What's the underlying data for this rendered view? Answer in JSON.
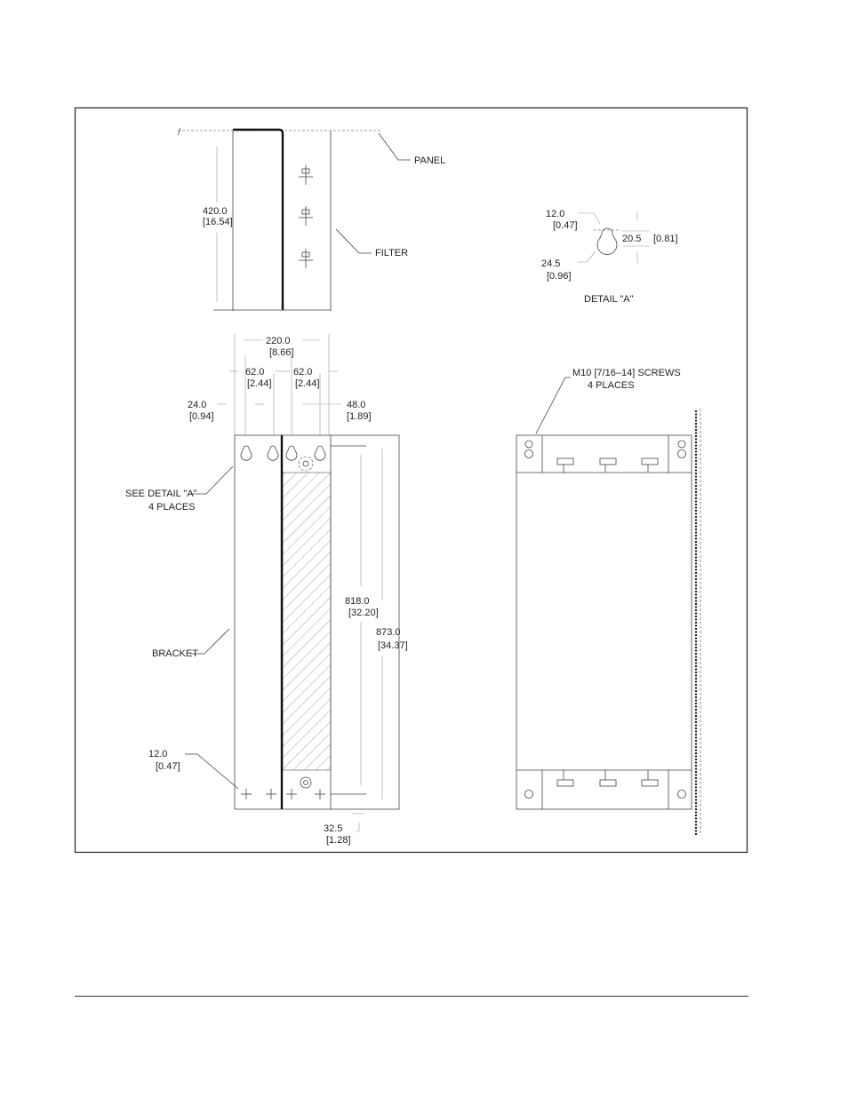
{
  "side_view": {
    "panel_label": "PANEL",
    "filter_label": "FILTER",
    "height_mm": "420.0",
    "height_in": "[16.54]"
  },
  "detail_a": {
    "slot_width_mm": "12.0",
    "slot_width_in": "[0.47]",
    "slot_height_mm": "20.5",
    "slot_height_in": "[0.81]",
    "hole_dia_mm": "24.5",
    "hole_dia_in": "[0.96]",
    "title": "DETAIL \"A\""
  },
  "front_view": {
    "overall_width_mm": "220.0",
    "overall_width_in": "[8.66]",
    "left_spacing_mm": "62.0",
    "left_spacing_in": "[2.44]",
    "right_spacing_mm": "62.0",
    "right_spacing_in": "[2.44]",
    "left_offset_mm": "24.0",
    "left_offset_in": "[0.94]",
    "right_offset_mm": "48.0",
    "right_offset_in": "[1.89]",
    "see_detail_line1": "SEE DETAIL \"A\"",
    "see_detail_line2": "4 PLACES",
    "bracket_label": "BRACKET",
    "inner_height_mm": "818.0",
    "inner_height_in": "[32.20]",
    "overall_height_mm": "873.0",
    "overall_height_in": "[34.37]",
    "bottom_slot_mm": "12.0",
    "bottom_slot_in": "[0.47]",
    "bottom_offset_mm": "32.5",
    "bottom_offset_in": "[1.28]"
  },
  "right_view": {
    "screws_line1": "M10 [7/16–14] SCREWS",
    "screws_line2": "4 PLACES"
  }
}
